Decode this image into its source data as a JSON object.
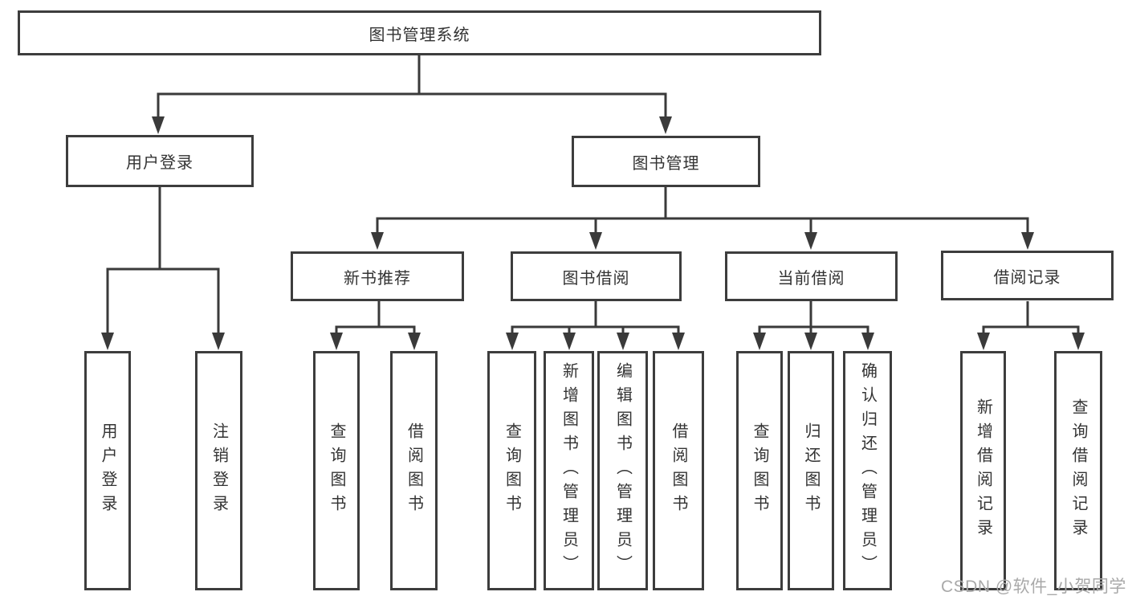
{
  "diagram": {
    "title": "图书管理系统",
    "colors": {
      "line": "#3a3a3a",
      "text": "#333333",
      "background": "#ffffff",
      "watermark": "#a9a9a9"
    },
    "watermark": "CSDN @软件_小贺同学",
    "nodes": {
      "root": {
        "label": "图书管理系统"
      },
      "user_login": {
        "label": "用户登录"
      },
      "book_mgmt": {
        "label": "图书管理"
      },
      "ul_login": {
        "label": "用户登录"
      },
      "ul_logout": {
        "label": "注销登录"
      },
      "new_book_rec": {
        "label": "新书推荐"
      },
      "book_borrow": {
        "label": "图书借阅"
      },
      "current_borrow": {
        "label": "当前借阅"
      },
      "borrow_records": {
        "label": "借阅记录"
      },
      "nb_query": {
        "label": "查询图书"
      },
      "nb_borrow": {
        "label": "借阅图书"
      },
      "bb_query": {
        "label": "查询图书"
      },
      "bb_add": {
        "label": "新增图书（管理员）"
      },
      "bb_edit": {
        "label": "编辑图书（管理员）"
      },
      "bb_borrow": {
        "label": "借阅图书"
      },
      "cb_query": {
        "label": "查询图书"
      },
      "cb_return": {
        "label": "归还图书"
      },
      "cb_confirm": {
        "label": "确认归还（管理员）"
      },
      "br_add": {
        "label": "新增借阅记录"
      },
      "br_query": {
        "label": "查询借阅记录"
      }
    },
    "hierarchy": {
      "label": "图书管理系统",
      "children": [
        {
          "label": "用户登录",
          "children": [
            {
              "label": "用户登录"
            },
            {
              "label": "注销登录"
            }
          ]
        },
        {
          "label": "图书管理",
          "children": [
            {
              "label": "新书推荐",
              "children": [
                {
                  "label": "查询图书"
                },
                {
                  "label": "借阅图书"
                }
              ]
            },
            {
              "label": "图书借阅",
              "children": [
                {
                  "label": "查询图书"
                },
                {
                  "label": "新增图书（管理员）"
                },
                {
                  "label": "编辑图书（管理员）"
                },
                {
                  "label": "借阅图书"
                }
              ]
            },
            {
              "label": "当前借阅",
              "children": [
                {
                  "label": "查询图书"
                },
                {
                  "label": "归还图书"
                },
                {
                  "label": "确认归还（管理员）"
                }
              ]
            },
            {
              "label": "借阅记录",
              "children": [
                {
                  "label": "新增借阅记录"
                },
                {
                  "label": "查询借阅记录"
                }
              ]
            }
          ]
        }
      ]
    }
  }
}
